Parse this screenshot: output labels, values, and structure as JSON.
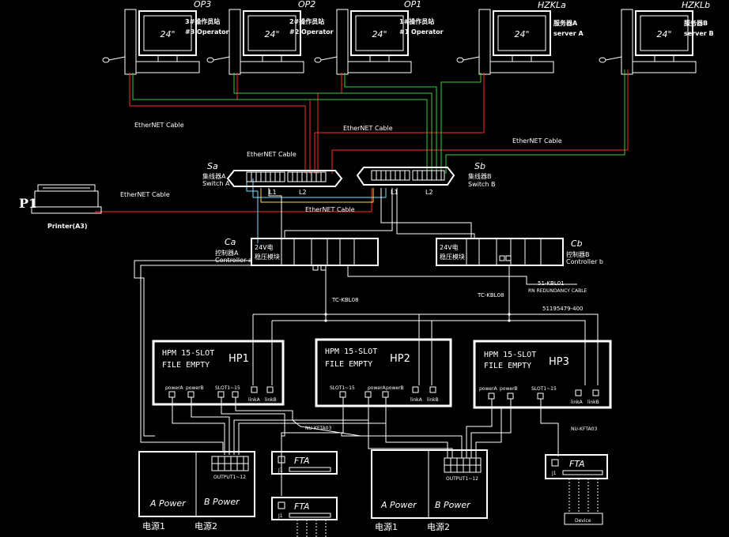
{
  "workstations": [
    {
      "id": "op3",
      "tag": "OP3",
      "cn": "3#操作员站",
      "en": "#3 Operator",
      "screen": "24\""
    },
    {
      "id": "op2",
      "tag": "OP2",
      "cn": "2#操作员站",
      "en": "#2 Operator",
      "screen": "24\""
    },
    {
      "id": "op1",
      "tag": "OP1",
      "cn": "1#操作员站",
      "en": "#1 Operator",
      "screen": "24\""
    },
    {
      "id": "hzkla",
      "tag": "HZKLa",
      "cn": "服务器A",
      "en": "server A",
      "screen": "24\""
    },
    {
      "id": "hzklb",
      "tag": "HZKLb",
      "cn": "服务器B",
      "en": "server B",
      "screen": "24\""
    }
  ],
  "cables": {
    "c1": "EtherNET Cable",
    "c2": "EtherNET Cable",
    "c3": "EtherNET Cable",
    "c4": "EtherNET Cable",
    "c5": "EtherNET Cable",
    "c6": "EtherNET Cable"
  },
  "switches": {
    "a": {
      "tag": "Sa",
      "cn": "集线器A",
      "en": "Switch A",
      "l1": "L1",
      "l2": "L2"
    },
    "b": {
      "tag": "Sb",
      "cn": "集线器B",
      "en": "Switch B",
      "l1": "L1",
      "l2": "L2"
    }
  },
  "printer": {
    "tag": "P1",
    "label": "Printer(A3)"
  },
  "controllers": {
    "a": {
      "tag": "Ca",
      "cn": "控制器A",
      "en": "Controller a",
      "power": "24V电",
      "module": "稳压模块"
    },
    "b": {
      "tag": "Cb",
      "cn": "控制器B",
      "en": "Controller b",
      "power": "24V电",
      "module": "稳压模块"
    }
  },
  "links": {
    "tc_a": "TC-KBL08",
    "tc_b": "TC-KBL08",
    "redundancy_1": "51-KBL01",
    "redundancy_2": "RN REDUNDANCY CABLE",
    "part_no": "51195479-400"
  },
  "hpm": [
    {
      "id": "hp1",
      "line1": "HPM 15-SLOT",
      "line2": "FILE  EMPTY",
      "tag": "HP1",
      "powerA": "powerA",
      "powerB": "powerB",
      "slot": "SLOT1~15",
      "linkA": "linkA",
      "linkB": "linkB"
    },
    {
      "id": "hp2",
      "line1": "HPM 15-SLOT",
      "line2": "FILE  EMPTY",
      "tag": "HP2",
      "powerA": "powerA",
      "powerB": "powerB",
      "slot": "SLOT1~15",
      "linkA": "linkA",
      "linkB": "linkB"
    },
    {
      "id": "hp3",
      "line1": "HPM 15-SLOT",
      "line2": "FILE  EMPTY",
      "tag": "HP3",
      "powerA": "powerA",
      "powerB": "powerB",
      "slot": "SLOT1~15",
      "linkA": "linkA",
      "linkB": "linkB"
    }
  ],
  "fta_cables": {
    "left": "NU-KFTA03",
    "right": "NU-KFTA03"
  },
  "fta": {
    "label": "FTA",
    "pin": "J1"
  },
  "power_supplies": [
    {
      "a": "A Power",
      "b": "B Power",
      "output": "OUTPUT1~12",
      "cn1": "电源1",
      "cn2": "电源2"
    },
    {
      "a": "A Power",
      "b": "B Power",
      "output": "OUTPUT1~12",
      "cn1": "电源1",
      "cn2": "电源2"
    }
  ],
  "device": "Device",
  "colors": {
    "ethernet_red": "#ff2a2a",
    "ethernet_green": "#3ad13a",
    "ethernet_cyan": "#7ee0ff",
    "link_yellow": "#ffd84a",
    "background": "#000000",
    "line": "#ffffff"
  }
}
